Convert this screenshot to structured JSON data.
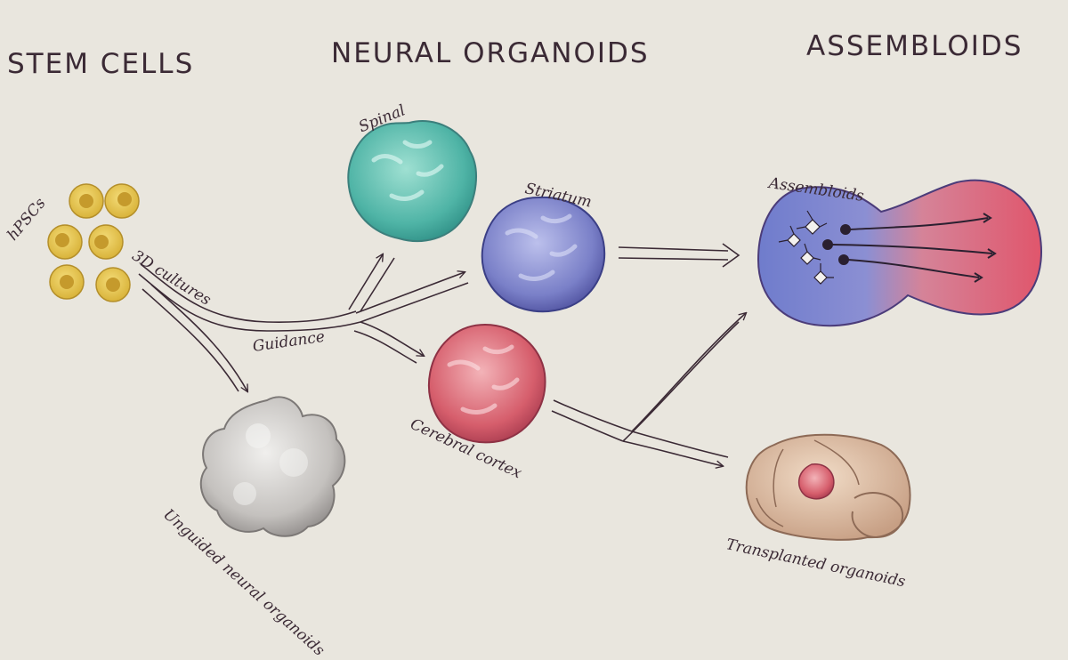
{
  "headings": {
    "stem_cells": "STEM CELLS",
    "neural_organoids": "NEURAL ORGANOIDS",
    "assembloids": "ASSEMBLOIDS"
  },
  "labels": {
    "hpscs": "hPSCs",
    "cultures_3d": "3D cultures",
    "guidance": "Guidance",
    "spinal": "Spinal",
    "striatum": "Striatum",
    "cerebral_cortex": "Cerebral cortex",
    "unguided": "Unguided neural organoids",
    "assembloids": "Assembloids",
    "transplanted": "Transplanted organoids"
  },
  "colors": {
    "background": "#e9e6de",
    "ink": "#3b2a35",
    "stem_cell": "#e3c24a",
    "spinal": "#5fc0b0",
    "striatum": "#7f86cf",
    "cortex": "#d9606e",
    "unguided": "#c7c4c1",
    "brain": "#d9b9a0"
  }
}
